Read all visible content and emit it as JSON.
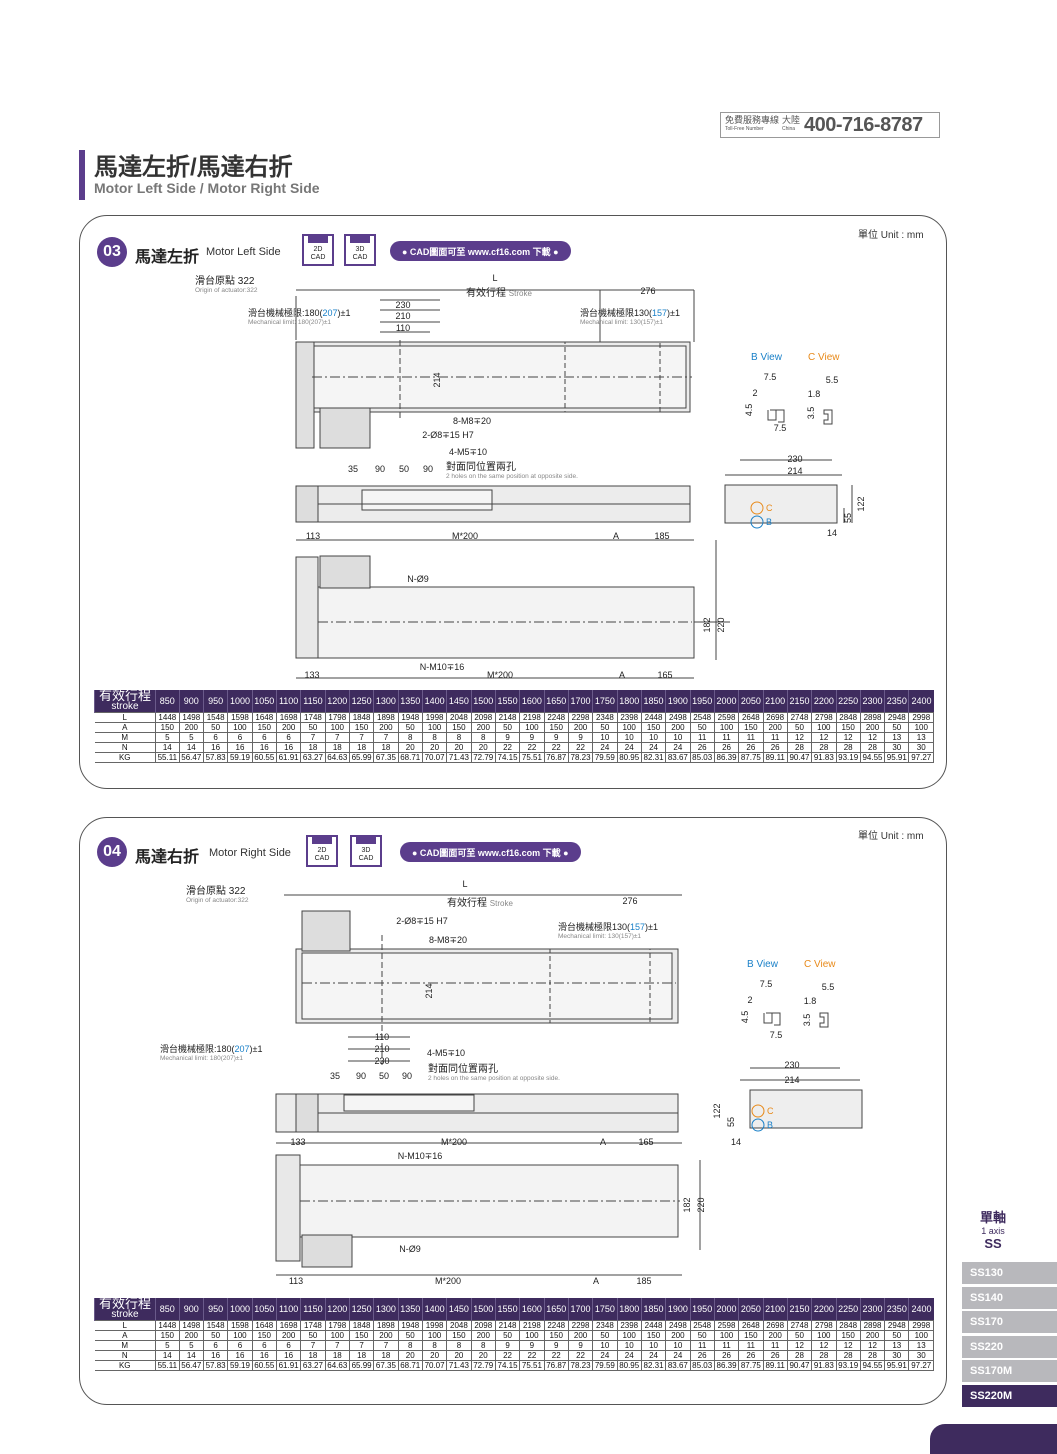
{
  "hotline": {
    "label_zh": "免費服務專線",
    "label_en": "Toll-Free Number",
    "region_zh": "大陸",
    "region_en": "China",
    "number": "400-716-8787"
  },
  "page_title": {
    "zh": "馬達左折/馬達右折",
    "en": "Motor Left Side / Motor Right Side"
  },
  "sections": [
    {
      "num": "03",
      "title_zh": "馬達左折",
      "title_en": "Motor Left Side",
      "unit": "單位 Unit : mm",
      "cad2d": "2D\nCAD",
      "cad3d": "3D\nCAD",
      "cad_link": "● CAD圖面可至 www.cf16.com 下載 ●",
      "origin_zh": "滑台原點 322",
      "origin_en": "Origin of actuator:322",
      "stroke_zh": "有效行程",
      "stroke_en": "Stroke",
      "mech_left_zh": "滑台機械極限:180(",
      "mech_left_val": "207",
      "mech_left_tail": ")±1",
      "mech_left_en": "Mechanical limit: 180(207)±1",
      "mech_right_zh": "滑台機械極限130(",
      "mech_right_val": "157",
      "mech_right_tail": ")±1",
      "mech_right_en": "Mechanical limit: 130(157)±1",
      "holes_zh": "對面同位置兩孔",
      "holes_en": "2 holes on the same position at opposite side.",
      "b_view": "B View",
      "c_view": "C View"
    },
    {
      "num": "04",
      "title_zh": "馬達右折",
      "title_en": "Motor Right Side",
      "unit": "單位 Unit : mm",
      "cad_link": "● CAD圖面可至 www.cf16.com 下載 ●",
      "origin_zh": "滑台原點 322",
      "origin_en": "Origin of actuator:322",
      "stroke_zh": "有效行程",
      "stroke_en": "Stroke",
      "mech_left_zh": "滑台機械極限:180(",
      "mech_left_val": "207",
      "mech_left_tail": ")±1",
      "mech_left_en": "Mechanical limit: 180(207)±1",
      "mech_right_zh": "滑台機械極限130(",
      "mech_right_val": "157",
      "mech_right_tail": ")±1",
      "mech_right_en": "Mechanical limit: 130(157)±1",
      "holes_zh": "對面同位置兩孔",
      "holes_en": "2 holes on the same position at opposite side.",
      "b_view": "B View",
      "c_view": "C View"
    }
  ],
  "table": {
    "head_zh": "有效行程",
    "head_en": "stroke",
    "strokes": [
      "850",
      "900",
      "950",
      "1000",
      "1050",
      "1100",
      "1150",
      "1200",
      "1250",
      "1300",
      "1350",
      "1400",
      "1450",
      "1500",
      "1550",
      "1600",
      "1650",
      "1700",
      "1750",
      "1800",
      "1850",
      "1900",
      "1950",
      "2000",
      "2050",
      "2100",
      "2150",
      "2200",
      "2250",
      "2300",
      "2350",
      "2400"
    ],
    "rows": [
      {
        "label": "L",
        "values": [
          "1448",
          "1498",
          "1548",
          "1598",
          "1648",
          "1698",
          "1748",
          "1798",
          "1848",
          "1898",
          "1948",
          "1998",
          "2048",
          "2098",
          "2148",
          "2198",
          "2248",
          "2298",
          "2348",
          "2398",
          "2448",
          "2498",
          "2548",
          "2598",
          "2648",
          "2698",
          "2748",
          "2798",
          "2848",
          "2898",
          "2948",
          "2998"
        ]
      },
      {
        "label": "A",
        "values": [
          "150",
          "200",
          "50",
          "100",
          "150",
          "200",
          "50",
          "100",
          "150",
          "200",
          "50",
          "100",
          "150",
          "200",
          "50",
          "100",
          "150",
          "200",
          "50",
          "100",
          "150",
          "200",
          "50",
          "100",
          "150",
          "200",
          "50",
          "100",
          "150",
          "200",
          "50",
          "100"
        ]
      },
      {
        "label": "M",
        "values": [
          "5",
          "5",
          "6",
          "6",
          "6",
          "6",
          "7",
          "7",
          "7",
          "7",
          "8",
          "8",
          "8",
          "8",
          "9",
          "9",
          "9",
          "9",
          "10",
          "10",
          "10",
          "10",
          "11",
          "11",
          "11",
          "11",
          "12",
          "12",
          "12",
          "12",
          "13",
          "13"
        ]
      },
      {
        "label": "N",
        "values": [
          "14",
          "14",
          "16",
          "16",
          "16",
          "16",
          "18",
          "18",
          "18",
          "18",
          "20",
          "20",
          "20",
          "20",
          "22",
          "22",
          "22",
          "22",
          "24",
          "24",
          "24",
          "24",
          "26",
          "26",
          "26",
          "26",
          "28",
          "28",
          "28",
          "28",
          "30",
          "30"
        ]
      },
      {
        "label": "KG",
        "values": [
          "55.11",
          "56.47",
          "57.83",
          "59.19",
          "60.55",
          "61.91",
          "63.27",
          "64.63",
          "65.99",
          "67.35",
          "68.71",
          "70.07",
          "71.43",
          "72.79",
          "74.15",
          "75.51",
          "76.87",
          "78.23",
          "79.59",
          "80.95",
          "82.31",
          "83.67",
          "85.03",
          "86.39",
          "87.75",
          "89.11",
          "90.47",
          "91.83",
          "93.19",
          "94.55",
          "95.91",
          "97.27"
        ]
      }
    ]
  },
  "dims": {
    "L": "L",
    "d276": "276",
    "d230": "230",
    "d210": "210",
    "d110": "110",
    "d214": "214",
    "m8": "8-M8∓20",
    "o8": "2-Ø8∓15 H7",
    "m5": "4-M5∓10",
    "d35": "35",
    "d90a": "90",
    "d50": "50",
    "d90b": "90",
    "d113": "113",
    "m200": "M*200",
    "dA": "A",
    "d185": "185",
    "d133": "133",
    "d165": "165",
    "n09": "N-Ø9",
    "nm10": "N-M10∓16",
    "d182": "182",
    "d220": "220",
    "d7_5": "7.5",
    "d2": "2",
    "d4_5": "4.5",
    "d5_5": "5.5",
    "d1_8": "1.8",
    "d3_5": "3.5",
    "d122": "122",
    "d55": "55",
    "d14": "14",
    "c": "C",
    "b": "B"
  },
  "sidebar": {
    "axis_zh": "單軸",
    "axis_en": "1 axis",
    "axis_code": "SS",
    "items": [
      "SS130",
      "SS140",
      "SS170",
      "SS220",
      "SS170M",
      "SS220M"
    ],
    "active": "SS220M"
  }
}
